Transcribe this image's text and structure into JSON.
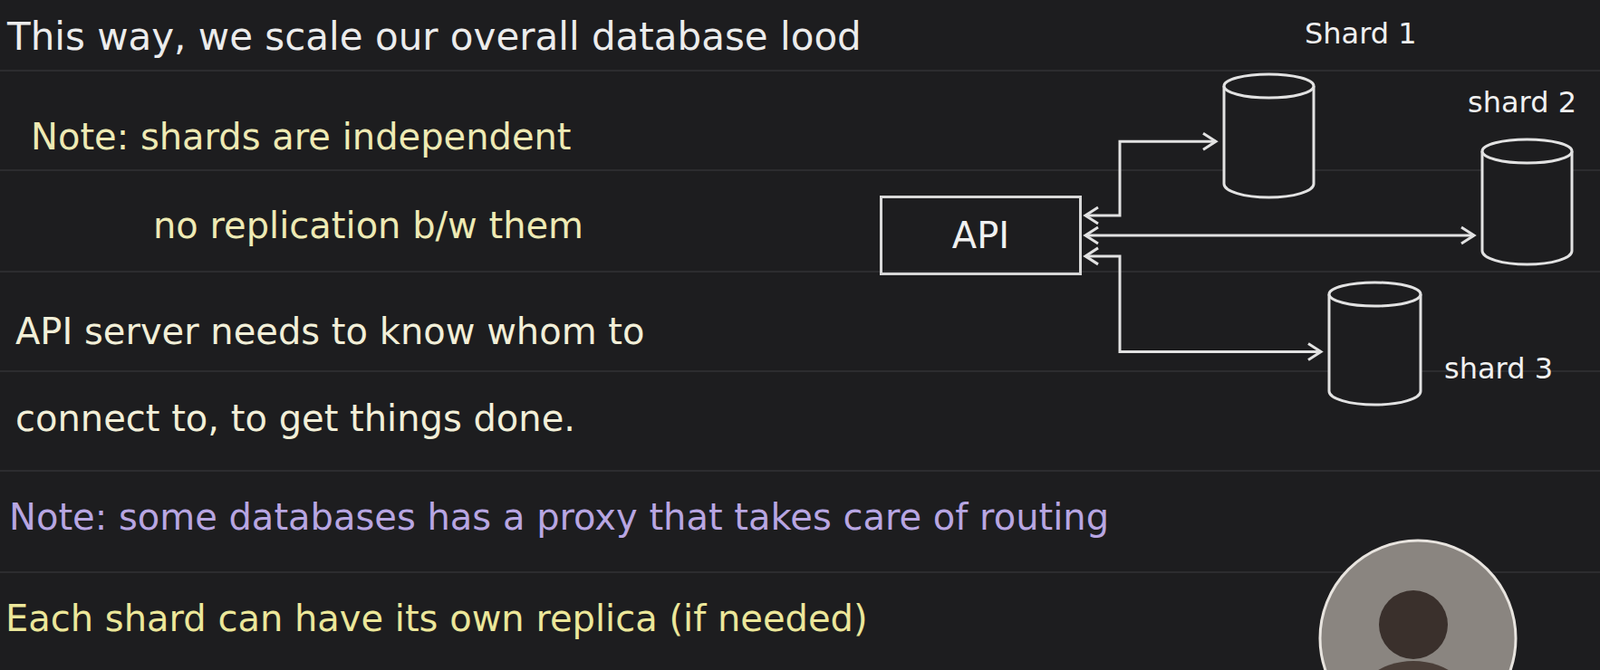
{
  "diagram": {
    "nodes": [
      {
        "text": [
          "API"
        ]
      },
      {
        "text": [
          "Shard 1"
        ]
      },
      {
        "text": [
          "shard 2"
        ]
      },
      {
        "text": [
          "shard 3"
        ]
      }
    ],
    "edges": [
      {
        "from": 0,
        "to": 1,
        "arrow": "both"
      },
      {
        "from": 0,
        "to": 2,
        "arrow": "both"
      },
      {
        "from": 0,
        "to": 3,
        "arrow": "both"
      }
    ],
    "labels": [
      "This way, we scale our overall database lood",
      "Note: shards are independent",
      "no replication b/w them",
      "API server needs to know whom to connect to, to get things done.",
      "Note: some databases has a proxy that takes care of routing",
      "Each shard can have its own replica (if needed)"
    ]
  }
}
